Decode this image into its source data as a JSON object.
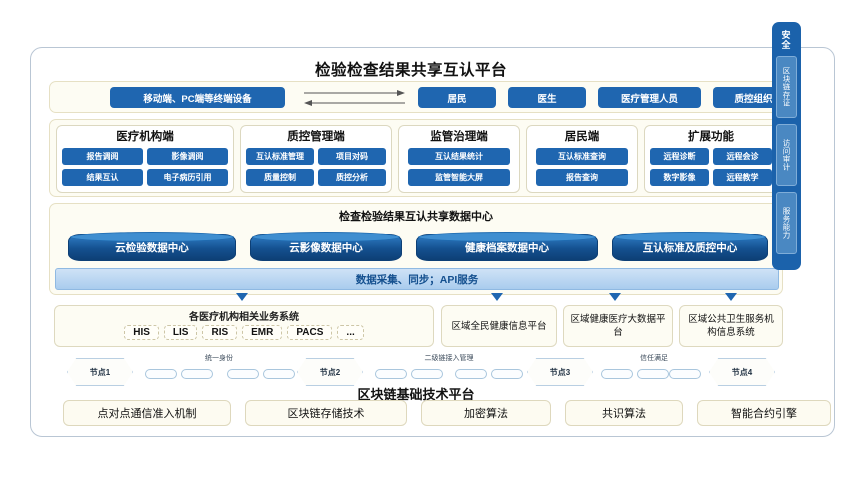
{
  "title": "检验检查结果共享互认平台",
  "terminal_row": {
    "device": "移动端、PC端等终端设备",
    "arrows_icon": "bidirectional-arrows",
    "roles": [
      "居民",
      "医生",
      "医疗管理人员",
      "质控组织"
    ]
  },
  "modules": [
    {
      "title": "医疗机构端",
      "items": [
        "报告调阅",
        "影像调阅",
        "结果互认",
        "电子病历引用"
      ],
      "cols": 2
    },
    {
      "title": "质控管理端",
      "items": [
        "互认标准管理",
        "项目对码",
        "质量控制",
        "质控分析"
      ],
      "cols": 2
    },
    {
      "title": "监管治理端",
      "items": [
        "互认结果统计",
        "监管智能大屏"
      ],
      "cols": 1
    },
    {
      "title": "居民端",
      "items": [
        "互认标准查询",
        "报告查询"
      ],
      "cols": 1
    },
    {
      "title": "扩展功能",
      "items": [
        "远程诊断",
        "远程会诊",
        "数字影像",
        "远程教学"
      ],
      "cols": 2
    }
  ],
  "data_center": {
    "title": "检查检验结果互认共享数据中心",
    "centers": [
      "云检验数据中心",
      "云影像数据中心",
      "健康档案数据中心",
      "互认标准及质控中心"
    ],
    "api_band": "数据采集、同步；API服务"
  },
  "systems": {
    "main_title": "各医疗机构相关业务系统",
    "tags": [
      "HIS",
      "LIS",
      "RIS",
      "EMR",
      "PACS",
      "..."
    ],
    "platforms": [
      "区域全民健康信息平台",
      "区域健康医疗大数据平台",
      "区域公共卫生服务机构信息系统"
    ]
  },
  "blockchain": {
    "nodes": [
      "节点1",
      "节点2",
      "节点3",
      "节点4"
    ],
    "chain_labels": [
      "统一身份",
      "二级链接入管理",
      "信任满足"
    ],
    "platform_title": "区块链基础技术平台",
    "tech": [
      "点对点通信准入机制",
      "区块链存储技术",
      "加密算法",
      "共识算法",
      "智能合约引擎"
    ]
  },
  "sidebar": {
    "header": "安全",
    "items": [
      "区块链存证",
      "访问审计",
      "服务能力"
    ]
  },
  "colors": {
    "primary_blue": "#1f66b0",
    "deep_blue": "#14508f",
    "cream": "#fdfcf3",
    "band_blue": "#a9ccee"
  }
}
